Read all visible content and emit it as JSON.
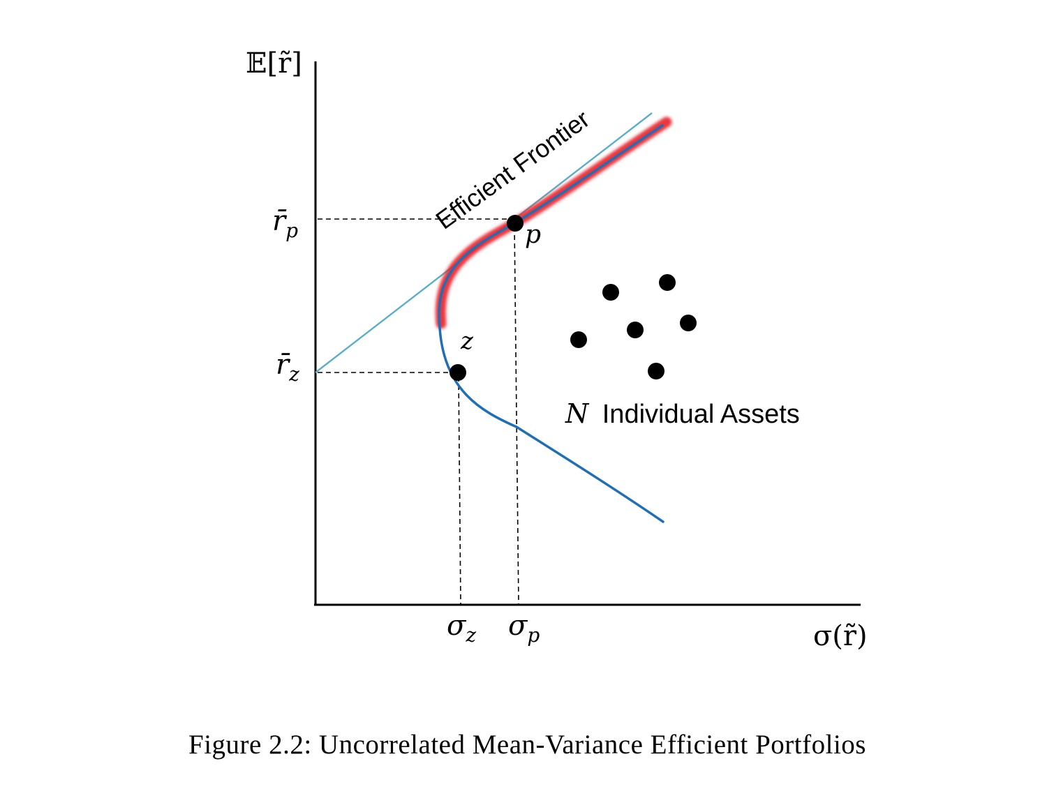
{
  "axes": {
    "y_label": "𝔼[r̃]",
    "x_label": "σ(r̃)"
  },
  "ticks": {
    "r_p": {
      "base": "r̄",
      "sub": "p"
    },
    "r_z": {
      "base": "r̄",
      "sub": "z"
    },
    "sigma_z": {
      "base": "σ",
      "sub": "z"
    },
    "sigma_p": {
      "base": "σ",
      "sub": "p"
    }
  },
  "points": {
    "p_label": "p",
    "z_label": "z"
  },
  "frontier_label": "Efficient Frontier",
  "assets_label": {
    "n": "N",
    "text": "Individual Assets"
  },
  "colors": {
    "frontier_highlight": "#e8202a",
    "hyperbola": "#1f6fb8",
    "tangent_line": "#5aaec8",
    "frontier_text": "#e8202a"
  },
  "caption": "Figure 2.2: Uncorrelated Mean-Variance Efficient Portfolios"
}
